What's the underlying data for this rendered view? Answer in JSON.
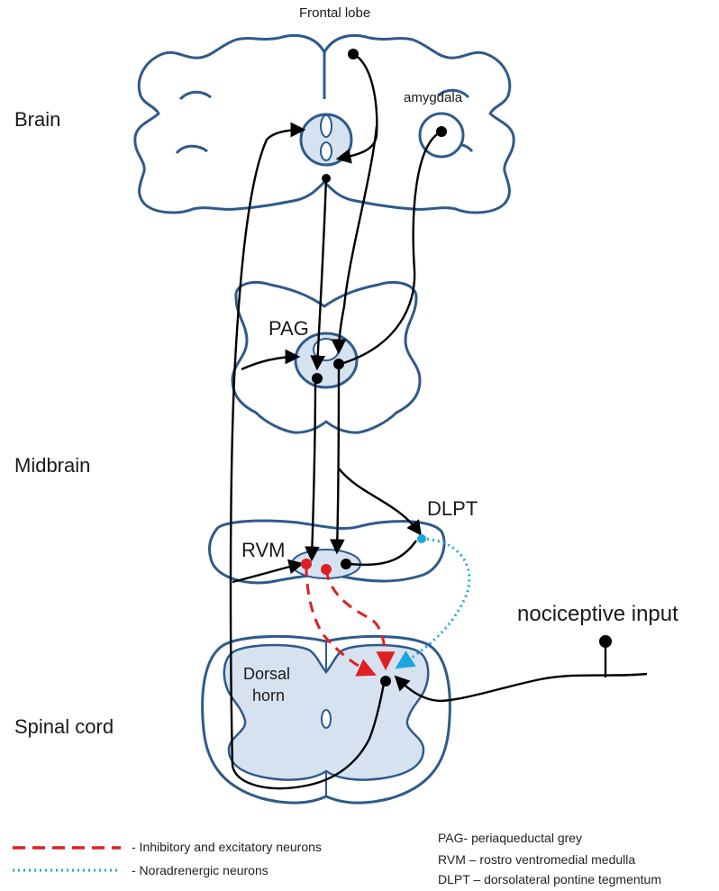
{
  "labels": {
    "frontal_lobe": "Frontal lobe",
    "amygdala": "amygdala",
    "brain": "Brain",
    "pag": "PAG",
    "midbrain": "Midbrain",
    "dlpt": "DLPT",
    "rvm": "RVM",
    "nociceptive_input": "nociceptive input",
    "dorsal_horn_line1": "Dorsal",
    "dorsal_horn_line2": "horn",
    "spinal_cord": "Spinal cord"
  },
  "legend": {
    "inhibitory": "- Inhibitory and excitatory neurons",
    "noradrenergic": "- Noradrenergic neurons"
  },
  "abbreviations": {
    "pag": "PAG- periaqueductal grey",
    "rvm": "RVM – rostro ventromedial medulla",
    "dlpt": "DLPT – dorsolateral pontine tegmentum"
  },
  "colors": {
    "outline": "#2f5a8c",
    "fill": "#d6e2f0",
    "neuron": "#000000",
    "inhibitory": "#e02020",
    "noradrenergic": "#1aa7e0"
  }
}
